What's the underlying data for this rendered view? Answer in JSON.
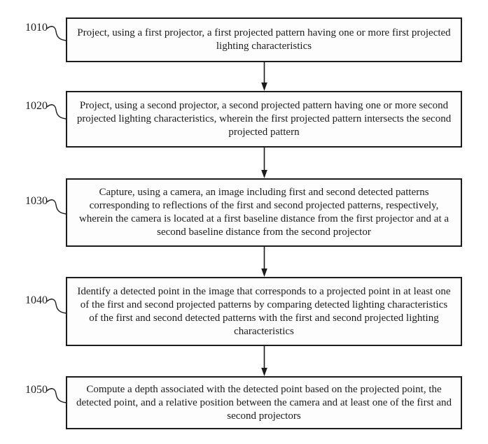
{
  "figure": {
    "type": "flowchart",
    "background_color": "#ffffff",
    "line_color": "#1c1c1c",
    "steps": [
      {
        "ref": "1010",
        "text": "Project, using a first projector, a first projected pattern having one or more first projected lighting characteristics"
      },
      {
        "ref": "1020",
        "text": "Project, using a second projector, a second projected pattern having one or more second projected lighting characteristics, wherein the first projected pattern intersects the second projected pattern"
      },
      {
        "ref": "1030",
        "text": "Capture, using a camera, an image including first and second detected patterns corresponding to reflections of the first and second projected patterns, respectively, wherein the camera is located at a first baseline distance from the first projector and at a second baseline distance from the second projector"
      },
      {
        "ref": "1040",
        "text": "Identify a detected point in the image that corresponds to a projected point in at least one of the first and second projected patterns by comparing detected lighting characteristics of the first and second detected patterns with the first and second projected lighting characteristics"
      },
      {
        "ref": "1050",
        "text": "Compute a depth associated with the detected point based on the projected point, the detected point, and a relative position between the camera and at least one of the first and second projectors"
      }
    ]
  }
}
